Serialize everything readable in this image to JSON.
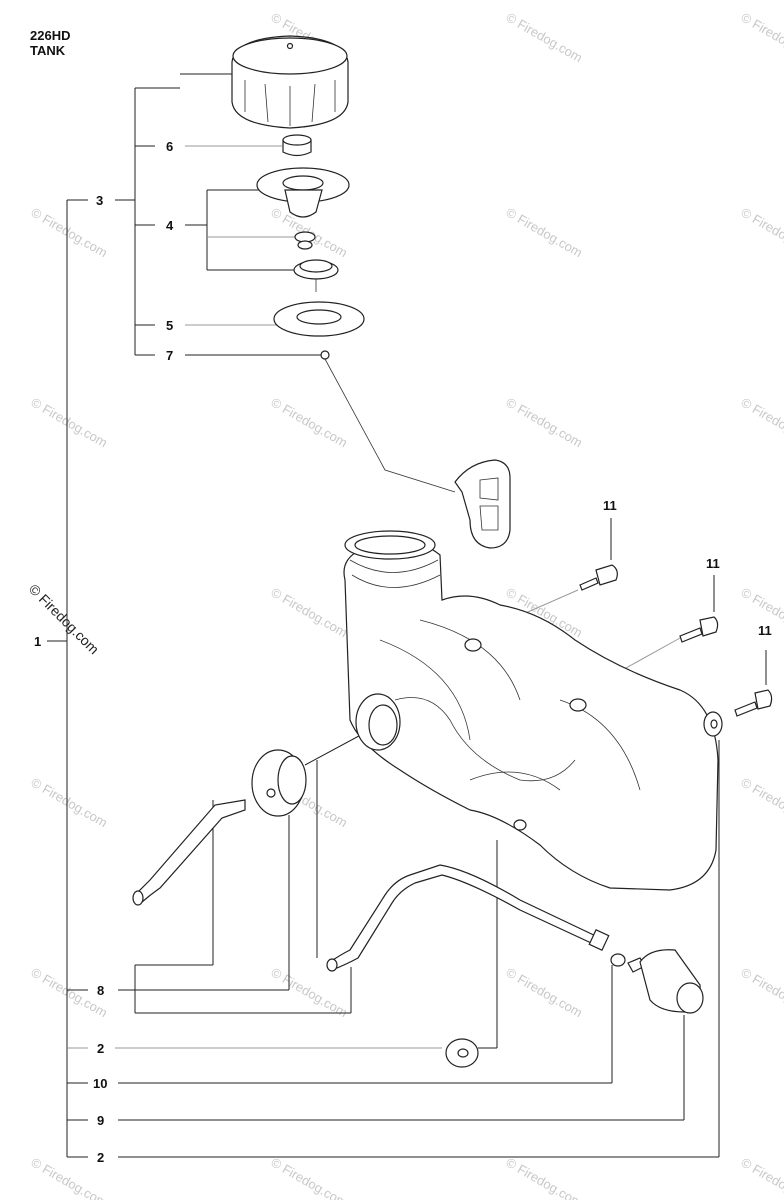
{
  "header": {
    "model": "226HD",
    "section": "TANK"
  },
  "watermark": {
    "text": "© Firedog.com"
  },
  "side_credit": "© Firedog.com",
  "callouts": {
    "c3": "3",
    "c6": "6",
    "c4": "4",
    "c5": "5",
    "c7": "7",
    "c1": "1",
    "c8": "8",
    "c2a": "2",
    "c10": "10",
    "c9": "9",
    "c2b": "2",
    "c11a": "11",
    "c11b": "11",
    "c11c": "11"
  }
}
